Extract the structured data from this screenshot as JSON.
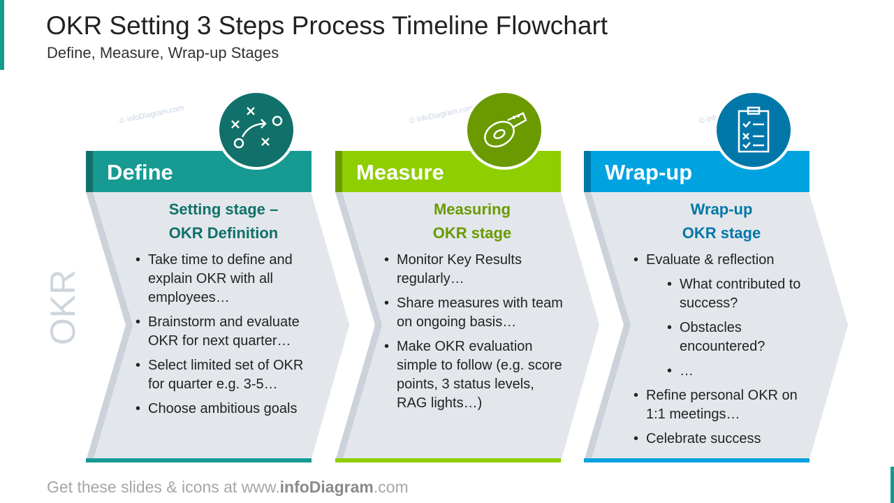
{
  "title": "OKR Setting 3 Steps Process Timeline Flowchart",
  "subtitle": "Define, Measure, Wrap-up Stages",
  "side_label": "OKR",
  "watermark": "© infoDiagram.com",
  "footer": {
    "prefix": "Get these slides & icons at www.",
    "brand": "infoDiagram",
    "suffix": ".com"
  },
  "colors": {
    "define": "#169a92",
    "define_dark": "#117069",
    "measure": "#8fce00",
    "measure_dark": "#6a9a00",
    "wrapup": "#00a3e0",
    "wrapup_dark": "#0077a8"
  },
  "stages": [
    {
      "name": "Define",
      "icon": "strategy-play-icon",
      "heading1": "Setting stage –",
      "heading2": "OKR Definition",
      "bullets": [
        "Take time to define and explain OKR with all employees…",
        "Brainstorm and evaluate OKR for next quarter…",
        "Select limited set of OKR for quarter e.g. 3-5…",
        "Choose ambitious goals"
      ]
    },
    {
      "name": "Measure",
      "icon": "measuring-tape-icon",
      "heading1": "Measuring",
      "heading2": "OKR stage",
      "bullets": [
        "Monitor Key Results regularly…",
        "Share measures with team on ongoing basis…",
        "Make OKR evaluation simple to follow (e.g. score points, 3 status levels, RAG lights…)"
      ]
    },
    {
      "name": "Wrap-up",
      "icon": "checklist-icon",
      "heading1": "Wrap-up",
      "heading2": "OKR stage",
      "bullets": [
        "Evaluate & reflection",
        "What contributed to success?",
        "Obstacles encountered?",
        "…",
        "Refine personal OKR on 1:1 meetings…",
        "Celebrate success"
      ]
    }
  ]
}
